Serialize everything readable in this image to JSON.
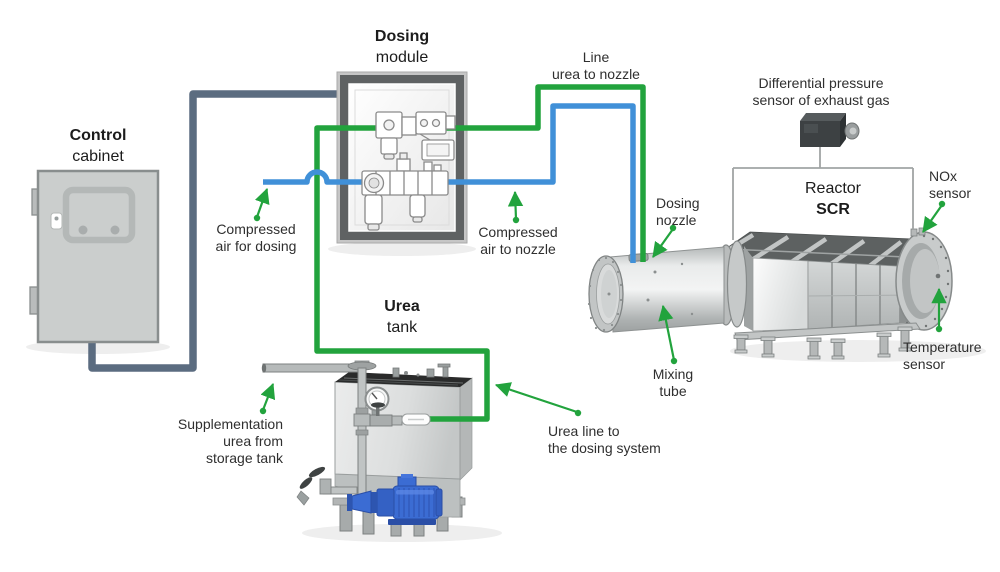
{
  "diagram": {
    "titles": {
      "control_cabinet": {
        "bold": "Control",
        "regular": "cabinet"
      },
      "dosing_module": {
        "bold": "Dosing",
        "regular": "module"
      },
      "urea_tank": {
        "bold": "Urea",
        "regular": "tank"
      },
      "reactor": {
        "regular": "Reactor",
        "bold": "SCR"
      }
    },
    "annotations": {
      "line_urea_to_nozzle": "Line\nurea to nozzle",
      "differential_pressure_sensor": "Differential pressure\nsensor of exhaust gas",
      "nox_sensor": "NOx\nsensor",
      "compressed_air_for_dosing": "Compressed\nair for dosing",
      "compressed_air_to_nozzle": "Compressed\nair to nozzle",
      "dosing_nozzle": "Dosing\nnozzle",
      "mixing_tube": "Mixing\ntube",
      "temperature_sensor": "Temperature\nsensor",
      "supplementation_urea": "Supplementation\nurea from\nstorage tank",
      "urea_line_to_dosing": "Urea line to\nthe dosing system"
    },
    "colors": {
      "urea_line": "#22a33d",
      "air_line": "#4090d8",
      "signal_cable": "#5b6c80",
      "arrow": "#22a33d",
      "pump_blue": "#3b6cd3"
    },
    "icons": [
      "control-cabinet-graphic",
      "dosing-module-graphic",
      "urea-tank-graphic",
      "pump-graphic",
      "mixing-tube-graphic",
      "scr-reactor-graphic",
      "differential-pressure-sensor-icon",
      "nox-sensor-icon",
      "temperature-sensor-icon"
    ]
  }
}
